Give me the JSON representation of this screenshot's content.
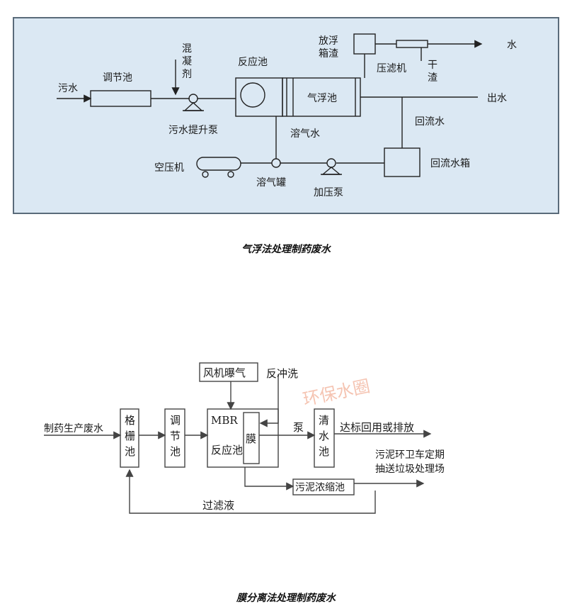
{
  "diagram1": {
    "labels": {
      "sewage_in": "污水",
      "equalization_tank": "调节池",
      "coagulant": [
        "混",
        "凝",
        "剂"
      ],
      "reaction_tank": "反应池",
      "float_tank": "气浮池",
      "scum_box": [
        "放浮",
        "箱渣"
      ],
      "filter_press": "压滤机",
      "water_out_top": "水",
      "dry_residue": [
        "干",
        "渣"
      ],
      "effluent": "出水",
      "return_water": "回流水",
      "return_tank": "回流水箱",
      "lift_pump": "污水提升泵",
      "dissolved_air_water": "溶气水",
      "air_compressor": "空压机",
      "dissolved_air_tank": "溶气罐",
      "pressure_pump": "加压泵"
    }
  },
  "caption1": "气浮法处理制药废水",
  "diagram2": {
    "labels": {
      "fan_aeration": "风机曝气",
      "backwash": "反冲洗",
      "watermark": "环保水圈",
      "inflow": "制药生产废水",
      "grille_tank": [
        "格",
        "栅",
        "池"
      ],
      "equalization_tank": [
        "调",
        "节",
        "池"
      ],
      "mbr": "MBR",
      "reaction_tank": "反应池",
      "membrane": "膜",
      "pump": "泵",
      "clear_water_tank": [
        "清",
        "水",
        "池"
      ],
      "discharge": "达标回用或排放",
      "sludge_line1": "污泥环卫车定期",
      "sludge_line2": "抽送垃圾处理场",
      "sludge_thickener": "污泥浓缩池",
      "filtrate": "过滤液"
    }
  },
  "caption2": "膜分离法处理制药废水"
}
